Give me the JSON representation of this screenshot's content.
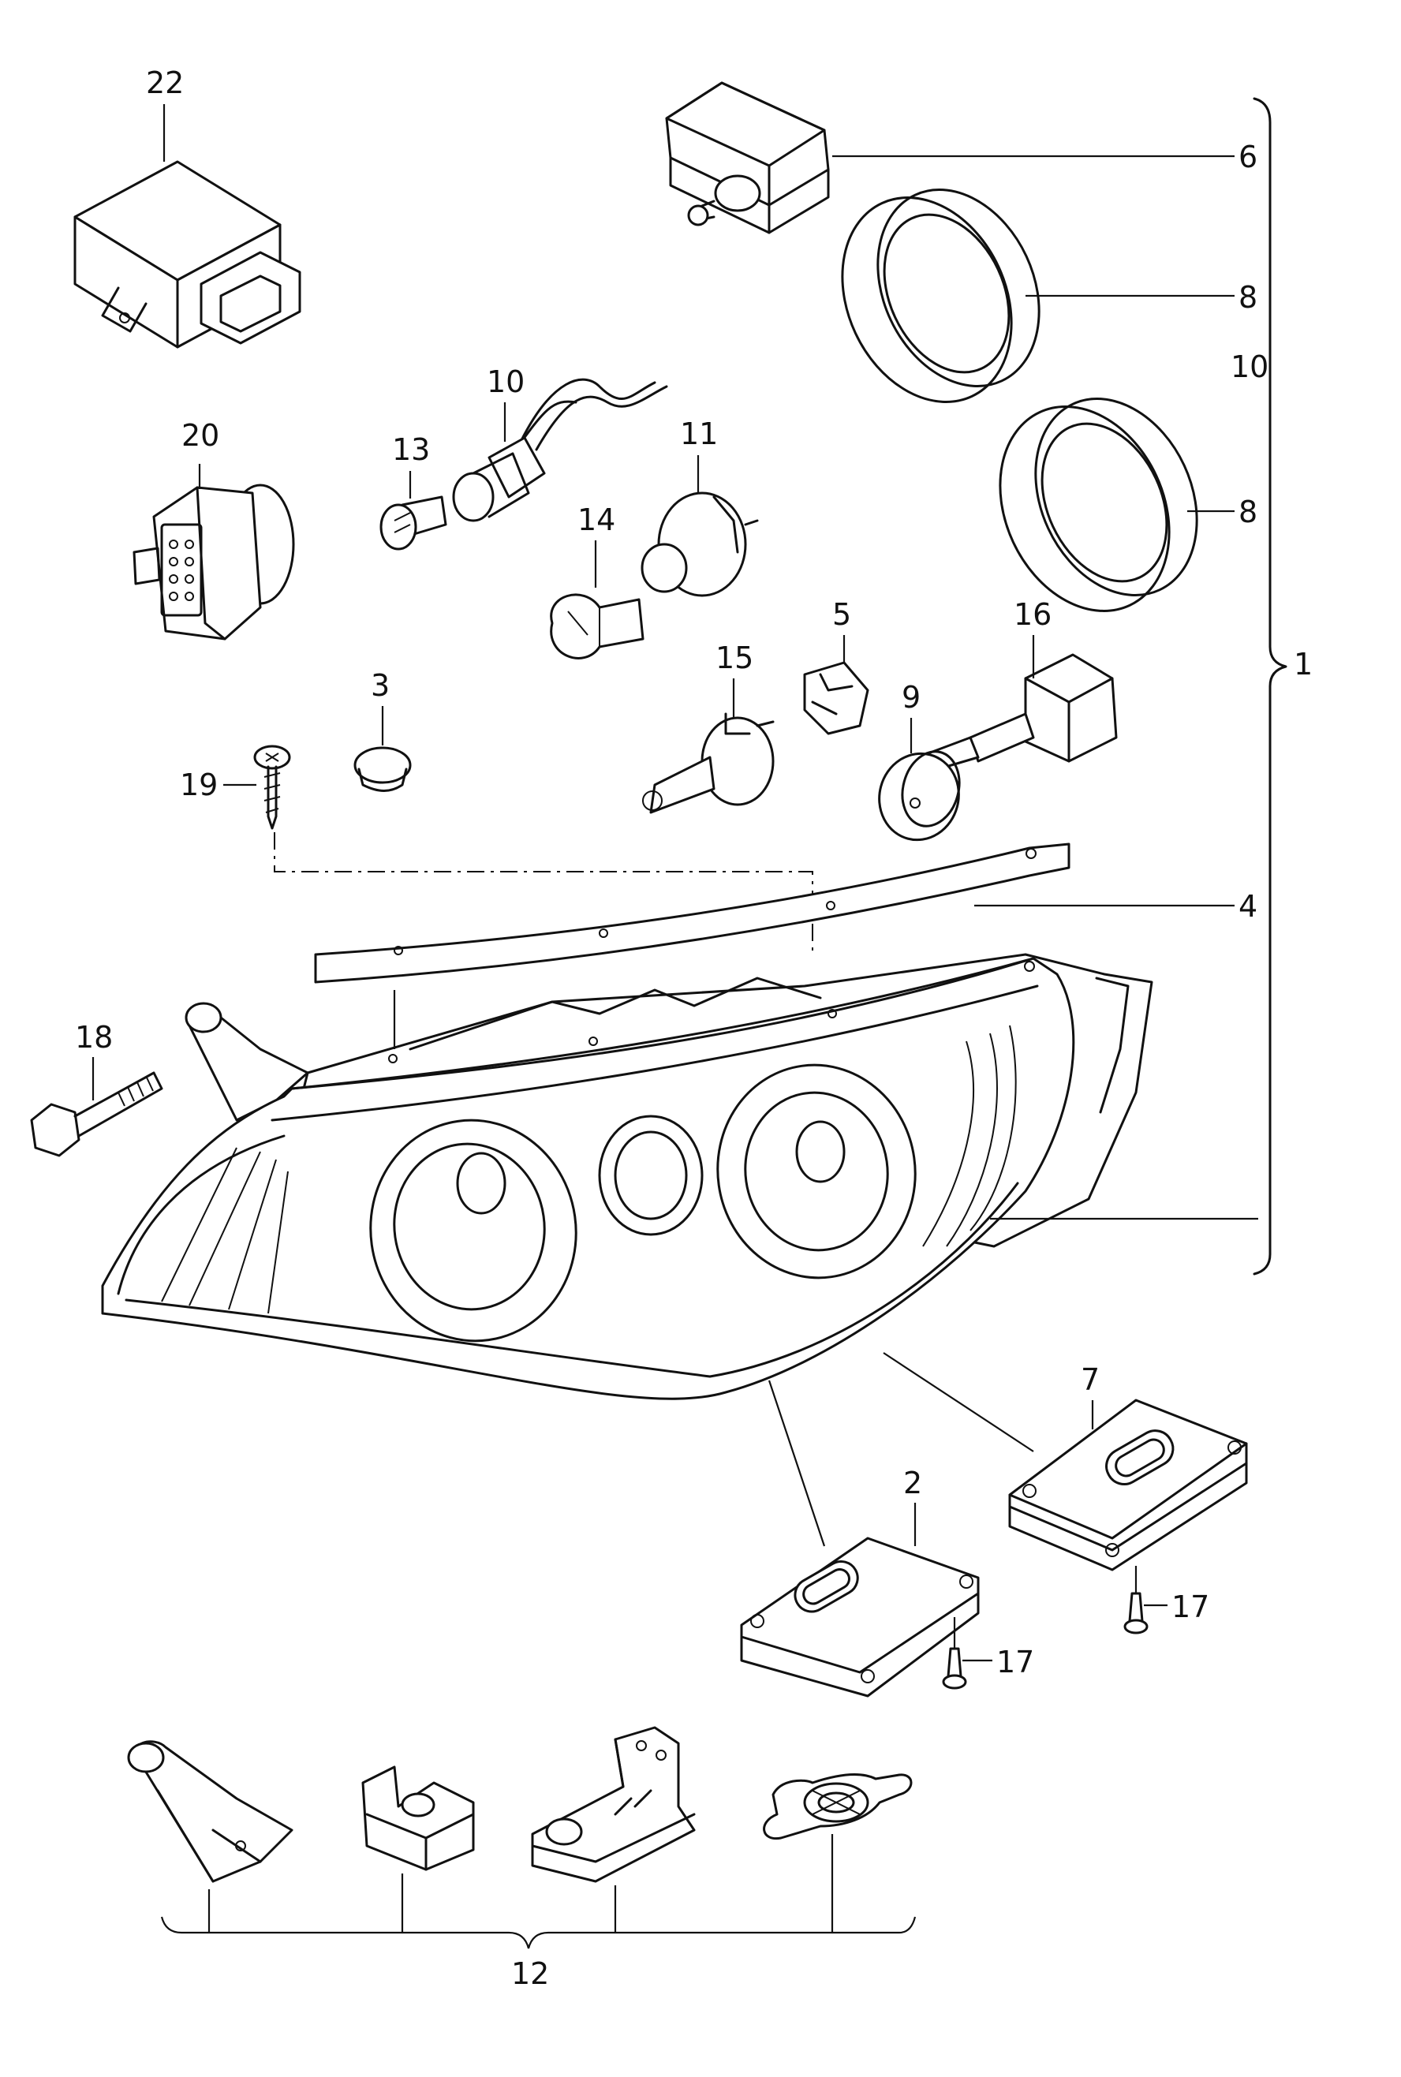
{
  "labels": {
    "l22": "22",
    "l6": "6",
    "l8a": "8",
    "l10r": "10",
    "l8b": "8",
    "l10": "10",
    "l20": "20",
    "l13": "13",
    "l11": "11",
    "l14": "14",
    "l5": "5",
    "l16": "16",
    "l1": "1",
    "l3": "3",
    "l15": "15",
    "l9": "9",
    "l19": "19",
    "l4": "4",
    "l18": "18",
    "l7": "7",
    "l2": "2",
    "l17a": "17",
    "l17b": "17",
    "l12": "12"
  },
  "colors": {
    "line": "#111111",
    "background": "#ffffff"
  }
}
